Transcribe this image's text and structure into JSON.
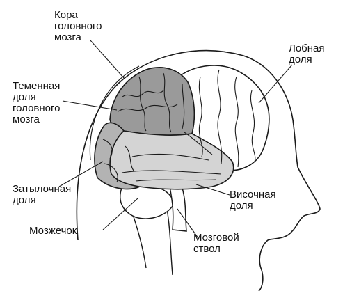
{
  "labels": {
    "cortex": [
      "Кора",
      "головного",
      "мозга"
    ],
    "frontal": [
      "Лобная",
      "доля"
    ],
    "parietal": [
      "Теменная",
      "доля",
      "головного",
      "мозга"
    ],
    "occipital": [
      "Затылочная",
      "доля"
    ],
    "temporal": [
      "Височная",
      "доля"
    ],
    "cerebellum": [
      "Мозжечок"
    ],
    "brainstem": [
      "Мозговой",
      "ствол"
    ]
  },
  "colors": {
    "parietal_fill": "#9a9a9a",
    "occipital_fill": "#b3b3b3",
    "temporal_fill": "#d4d4d4",
    "frontal_fill": "#ffffff",
    "outline": "#1a1a1a"
  }
}
